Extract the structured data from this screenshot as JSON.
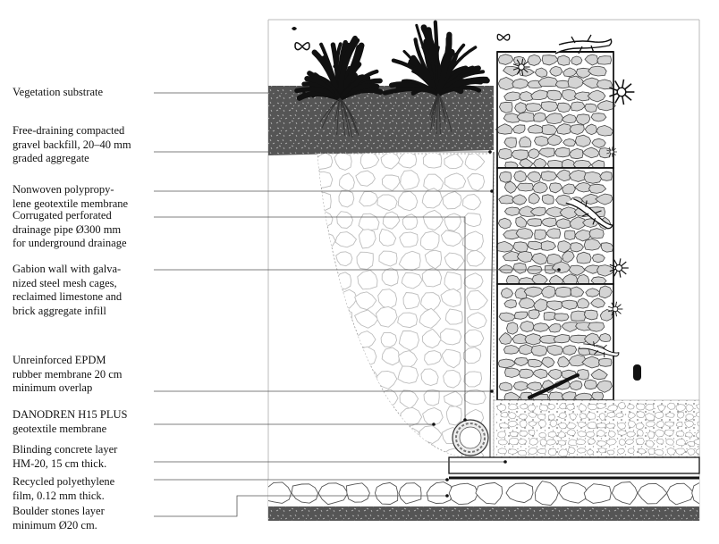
{
  "figure": {
    "labels": [
      {
        "id": "vegetation-substrate",
        "text": "Vegetation substrate"
      },
      {
        "id": "gravel-backfill",
        "text": "Free-draining compacted\ngravel backfill, 20–40 mm\ngraded aggregate"
      },
      {
        "id": "geotextile-membrane",
        "text": "Nonwoven polypropy-\nlene geotextile  membrane"
      },
      {
        "id": "drainage-pipe",
        "text": "Corrugated perforated\ndrainage pipe Ø300 mm\nfor underground drainage"
      },
      {
        "id": "gabion-wall",
        "text": "Gabion wall with galva-\nnized steel mesh cages,\nreclaimed limestone and\nbrick aggregate infill"
      },
      {
        "id": "epdm-membrane",
        "text": "Unreinforced EPDM\nrubber membrane 20 cm\nminimum overlap"
      },
      {
        "id": "danodren",
        "text": "DANODREN H15 PLUS\ngeotextile membrane"
      },
      {
        "id": "blinding-concrete",
        "text": "Blinding concrete layer\nHM-20, 15 cm thick."
      },
      {
        "id": "polyethylene-film",
        "text": "Recycled polyethylene\nfilm, 0.12 mm thick."
      },
      {
        "id": "boulder-stones",
        "text": "Boulder stones layer\nminimum Ø20 cm."
      }
    ],
    "colors": {
      "ink": "#111111",
      "substrate": "#555555",
      "stone_fill": "#d4d4d4",
      "stone_stroke": "#444444",
      "backfill_stone": "#bdbdbd",
      "base_band": "#4a4a4a"
    },
    "icons": [
      "plant-icon",
      "lizard-icon",
      "butterfly-icon",
      "frog-icon",
      "snail-icon"
    ]
  }
}
